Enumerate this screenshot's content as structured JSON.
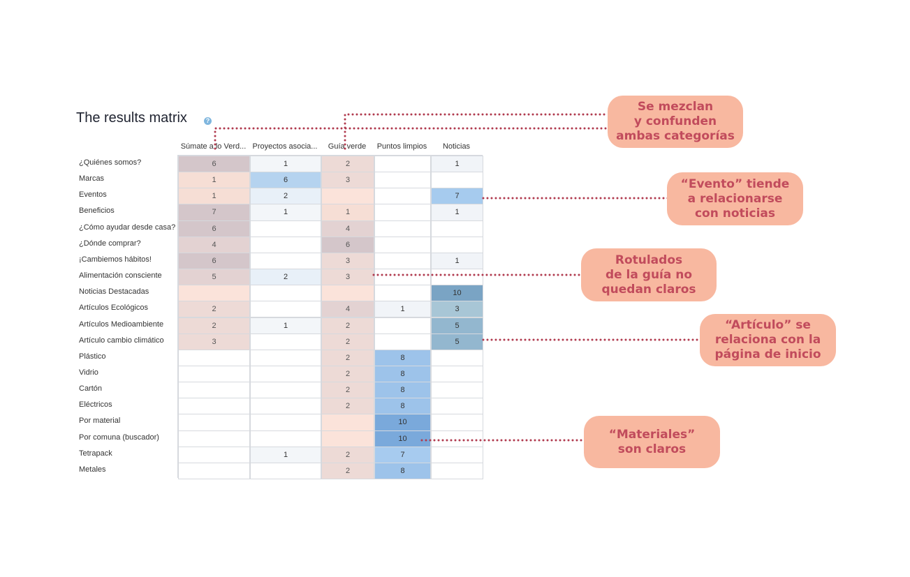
{
  "title": "The results matrix",
  "columns": [
    "Súmate a lo Verd...",
    "Proyectos asocia...",
    "Guía verde",
    "Puntos limpios",
    "Noticias"
  ],
  "rows": [
    {
      "label": "¿Quiénes somos?",
      "values": [
        "6",
        "1",
        "2",
        "",
        "1"
      ]
    },
    {
      "label": "Marcas",
      "values": [
        "1",
        "6",
        "3",
        "",
        ""
      ]
    },
    {
      "label": "Eventos",
      "values": [
        "1",
        "2",
        "",
        "",
        "7"
      ]
    },
    {
      "label": "Beneficios",
      "values": [
        "7",
        "1",
        "1",
        "",
        "1"
      ]
    },
    {
      "label": "¿Cómo ayudar desde casa?",
      "values": [
        "6",
        "",
        "4",
        "",
        ""
      ]
    },
    {
      "label": "¿Dónde comprar?",
      "values": [
        "4",
        "",
        "6",
        "",
        ""
      ]
    },
    {
      "label": "¡Cambiemos hábitos!",
      "values": [
        "6",
        "",
        "3",
        "",
        "1"
      ]
    },
    {
      "label": "Alimentación consciente",
      "values": [
        "5",
        "2",
        "3",
        "",
        ""
      ]
    },
    {
      "label": "Noticias Destacadas",
      "values": [
        "",
        "",
        "",
        "",
        "10"
      ]
    },
    {
      "label": "Artículos Ecológicos",
      "values": [
        "2",
        "",
        "4",
        "1",
        "3"
      ]
    },
    {
      "label": "Artículos Medioambiente",
      "values": [
        "2",
        "1",
        "2",
        "",
        "5"
      ]
    },
    {
      "label": "Artículo cambio climático",
      "values": [
        "3",
        "",
        "2",
        "",
        "5"
      ]
    },
    {
      "label": "Plástico",
      "values": [
        "",
        "",
        "2",
        "8",
        ""
      ]
    },
    {
      "label": "Vidrio",
      "values": [
        "",
        "",
        "2",
        "8",
        ""
      ]
    },
    {
      "label": "Cartón",
      "values": [
        "",
        "",
        "2",
        "8",
        ""
      ]
    },
    {
      "label": "Eléctricos",
      "values": [
        "",
        "",
        "2",
        "8",
        ""
      ]
    },
    {
      "label": "Por material",
      "values": [
        "",
        "",
        "",
        "10",
        ""
      ]
    },
    {
      "label": "Por comuna (buscador)",
      "values": [
        "",
        "",
        "",
        "10",
        ""
      ]
    },
    {
      "label": "Tetrapack",
      "values": [
        "",
        "1",
        "2",
        "7",
        ""
      ]
    },
    {
      "label": "Metales",
      "values": [
        "",
        "",
        "2",
        "8",
        ""
      ]
    }
  ],
  "colors": {
    "grid_border": "#d6d9de",
    "callout_bg": "#f8b8a0",
    "callout_text": "#c14b5c",
    "dots": "#b03a4e"
  },
  "callouts": [
    {
      "text": "Se mezclan\ny confunden\nambas categorías"
    },
    {
      "text": "“Evento” tiende\na relacionarse\ncon noticias"
    },
    {
      "text": "Rotulados\nde la guía no\nquedan claros"
    },
    {
      "text": "“Artículo” se\nrelaciona con la\npágina de inicio"
    },
    {
      "text": "“Materiales”\nson claros"
    }
  ]
}
